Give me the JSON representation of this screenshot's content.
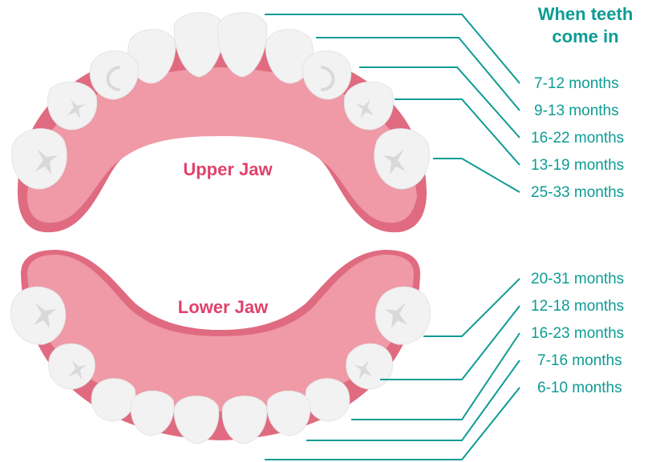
{
  "title_line1": "When teeth",
  "title_line2": "come in",
  "upper_label": "Upper Jaw",
  "lower_label": "Lower Jaw",
  "upper_times": [
    "7-12 months",
    "9-13 months",
    "16-22 months",
    "13-19 months",
    "25-33 months"
  ],
  "lower_times": [
    "20-31 months",
    "12-18 months",
    "16-23 months",
    "7-16 months",
    "6-10 months"
  ],
  "colors": {
    "gum_dark": "#e06b80",
    "gum_light": "#ef9aa6",
    "tooth": "#f2f2f2",
    "tooth_shadow": "#d9d9d9",
    "leader": "#0d9c94",
    "jaw_label": "#e0426a"
  }
}
